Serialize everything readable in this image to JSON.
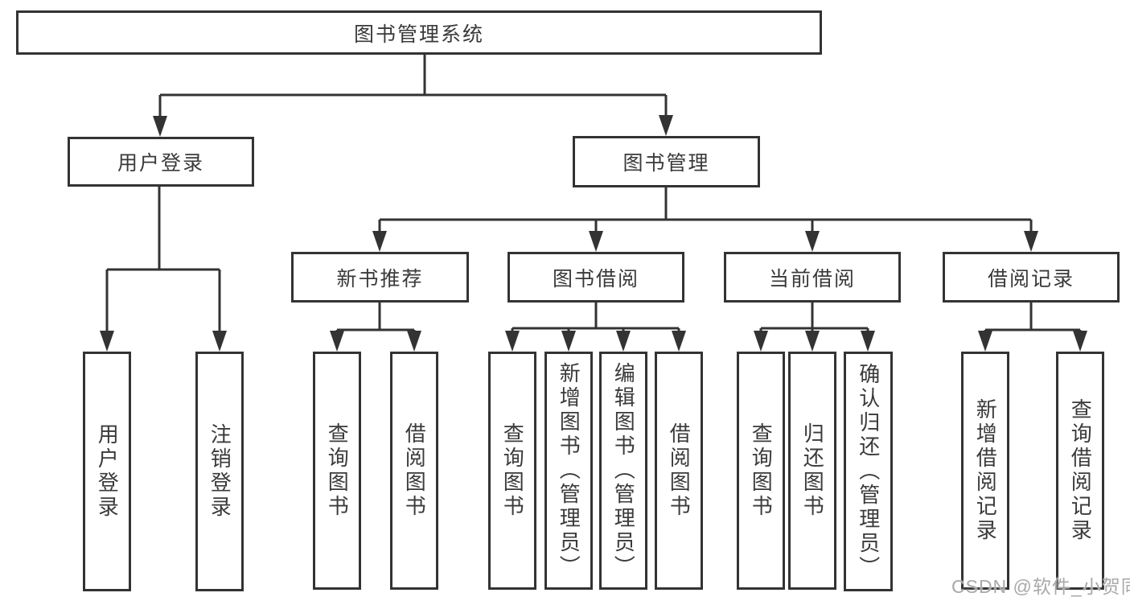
{
  "diagram": {
    "root": {
      "label": "图书管理系统",
      "children": [
        {
          "label": "用户登录",
          "children": [
            {
              "label": "用户登录"
            },
            {
              "label": "注销登录"
            }
          ]
        },
        {
          "label": "图书管理",
          "children": [
            {
              "label": "新书推荐",
              "children": [
                {
                  "label": "查询图书"
                },
                {
                  "label": "借阅图书"
                }
              ]
            },
            {
              "label": "图书借阅",
              "children": [
                {
                  "label": "查询图书"
                },
                {
                  "label": "新增图书（管理员）"
                },
                {
                  "label": "编辑图书（管理员）"
                },
                {
                  "label": "借阅图书"
                }
              ]
            },
            {
              "label": "当前借阅",
              "children": [
                {
                  "label": "查询图书"
                },
                {
                  "label": "归还图书"
                },
                {
                  "label": "确认归还（管理员）"
                }
              ]
            },
            {
              "label": "借阅记录",
              "children": [
                {
                  "label": "新增借阅记录"
                },
                {
                  "label": "查询借阅记录"
                }
              ]
            }
          ]
        }
      ]
    }
  },
  "watermark": {
    "text": "CSDN @软件_小贺同学"
  },
  "colors": {
    "line": "#333333",
    "box_border": "#333333",
    "text": "#3a3a3a",
    "background": "#ffffff",
    "watermark": "#a9a9a9"
  }
}
